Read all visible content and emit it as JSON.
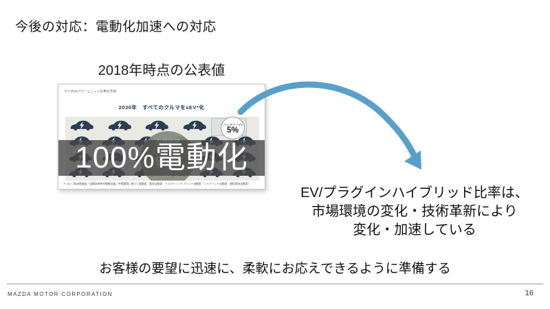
{
  "slide": {
    "title": "今後の対応：電動化加速への対応",
    "caption": "2018年時点の公表値",
    "right_text": {
      "line1": "EV/プラグインハイブリッド比率は、",
      "line2": "市場環境の変化・技術革新により",
      "line3": "変化・加速している"
    },
    "bottom_text": "お客様の要望に迅速に、柔軟にお応えできるように準備する",
    "footer": {
      "company": "MAZDA MOTOR CORPORATION",
      "page_number": "16"
    }
  },
  "embedded_chart": {
    "header": "マツダのパワーユニット比率の予測",
    "title": "2030年　すべてのクルマをxEV*化",
    "overlay_text": "100%電動化",
    "battery_ev": {
      "label": "バッテリーEV",
      "value": "5%"
    },
    "ice_circle": {
      "line1": "内燃機関",
      "line2": "＋電動化技術",
      "value": "95%"
    },
    "footnote": "＊ xEV＝経済産業省「自動車新時代戦略会議」中間整理に基づく電動車（電気自動車・プラグインハイブリッド自動車・ハイブリッド自動車・燃料電池自動車）",
    "car_grid": {
      "rows_counts": [
        4,
        6,
        6,
        6
      ],
      "icon": "ev-car-icon"
    }
  },
  "arrow": {
    "color": "#58A0CA"
  },
  "colors": {
    "panel_bg": "#e8eae3",
    "car": "#2c3c52",
    "overlay_bg": "rgba(72,72,72,0.8)",
    "ice_circle_bg": "#838b7c"
  }
}
